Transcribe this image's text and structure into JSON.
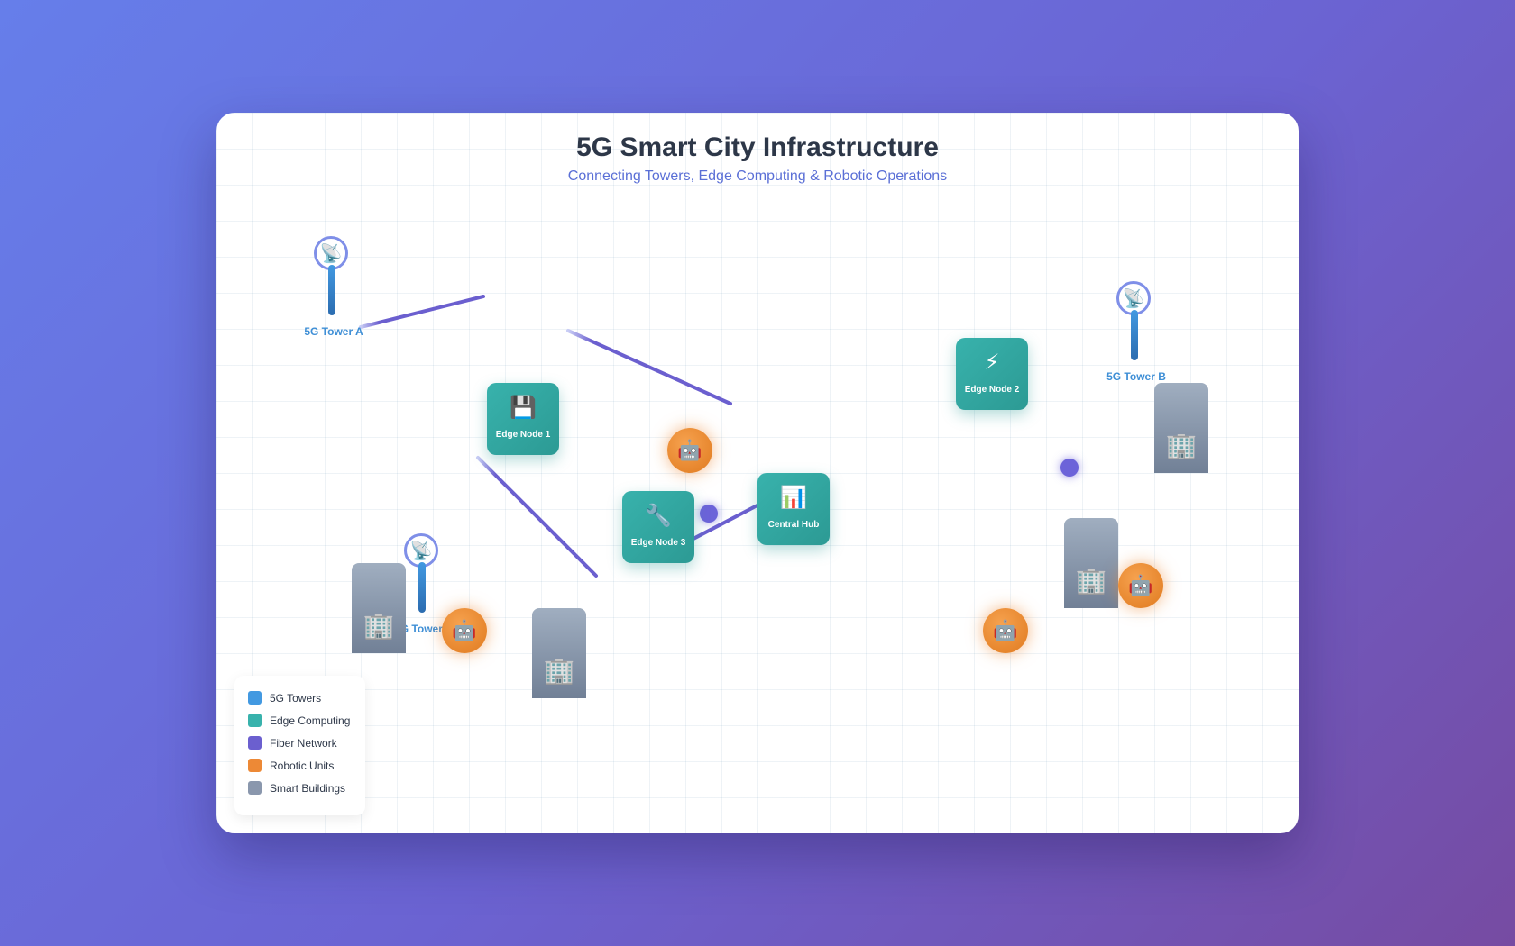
{
  "header": {
    "title": "5G Smart City Infrastructure",
    "subtitle": "Connecting Towers, Edge Computing & Robotic Operations"
  },
  "towers": [
    {
      "label": "5G Tower A",
      "icon": "satellite-antenna-icon"
    },
    {
      "label": "5G Tower B",
      "icon": "satellite-antenna-icon"
    },
    {
      "label": "5G Tower C",
      "icon": "satellite-antenna-icon"
    }
  ],
  "edge_nodes": [
    {
      "label": "Edge Node 1",
      "icon": "floppy-disk-icon",
      "glyph": "💾"
    },
    {
      "label": "Edge Node 2",
      "icon": "lightning-icon",
      "glyph": "⚡"
    },
    {
      "label": "Edge Node 3",
      "icon": "wrench-icon",
      "glyph": "🔧"
    },
    {
      "label": "Central Hub",
      "icon": "bar-chart-icon",
      "glyph": "📊"
    }
  ],
  "robot_glyph": "🤖",
  "building_glyph": "🏢",
  "legend": [
    {
      "label": "5G Towers",
      "color": "#4299e1"
    },
    {
      "label": "Edge Computing",
      "color": "#38b2ac"
    },
    {
      "label": "Fiber Network",
      "color": "#6b5fcf"
    },
    {
      "label": "Robotic Units",
      "color": "#ed8936"
    },
    {
      "label": "Smart Buildings",
      "color": "#8a97ad"
    }
  ],
  "colors": {
    "tower": "#4299e1",
    "edge": "#38b2ac",
    "fiber": "#6b5fcf",
    "robot": "#ed8936",
    "building": "#8a97ad"
  }
}
